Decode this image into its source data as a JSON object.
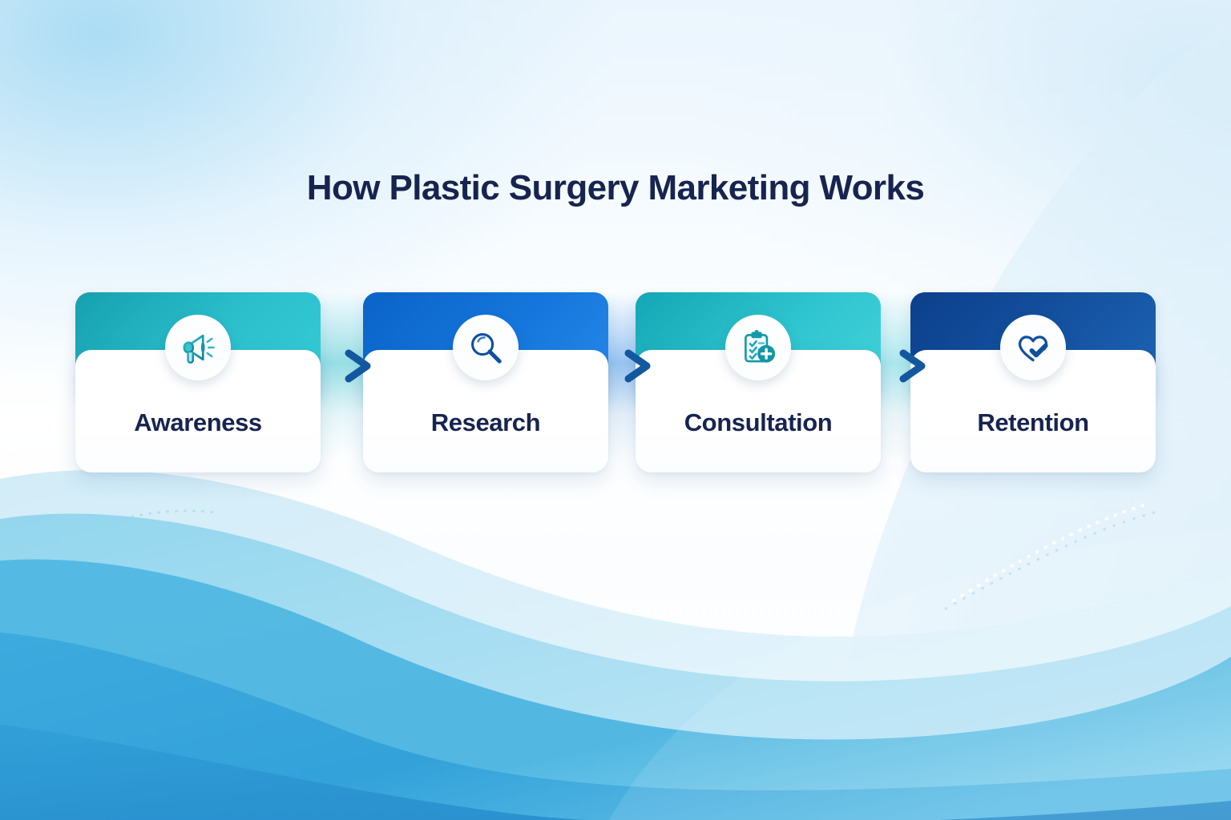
{
  "page": {
    "title": "How Plastic Surgery Marketing Works",
    "background_colors": {
      "top_tint": "#eaf5fd",
      "wave_light": "#bfe4f5",
      "wave_mid": "#6ec6e8",
      "wave_deep": "#2f9fd8",
      "wave_deepest": "#2187c9"
    }
  },
  "flow": {
    "steps": [
      {
        "label": "Awareness",
        "icon": "megaphone-icon",
        "header_color_start": "#16a0ae",
        "header_color_end": "#37cbd6",
        "icon_color": "#1596a6"
      },
      {
        "label": "Research",
        "icon": "magnifier-icon",
        "header_color_start": "#0b63c7",
        "header_color_end": "#2a8ae8",
        "icon_color": "#11509e"
      },
      {
        "label": "Consultation",
        "icon": "clipboard-plus-icon",
        "header_color_start": "#14a6b4",
        "header_color_end": "#46d2da",
        "icon_color": "#1596a6"
      },
      {
        "label": "Retention",
        "icon": "heart-check-icon",
        "header_color_start": "#0c3f8c",
        "header_color_end": "#1f66b8",
        "icon_color": "#11509e"
      }
    ],
    "connectors": [
      {
        "icon": "arrow-right-icon",
        "from": "Awareness",
        "to": "Research",
        "color": "#1a6ec2"
      },
      {
        "icon": "arrow-right-icon",
        "from": "Research",
        "to": "Consultation",
        "color": "#1a6ec2"
      },
      {
        "icon": "arrow-right-icon",
        "from": "Consultation",
        "to": "Retention",
        "color": "#1a6ec2"
      }
    ]
  },
  "typography": {
    "title_color": "#17244f",
    "label_color": "#17244f"
  }
}
